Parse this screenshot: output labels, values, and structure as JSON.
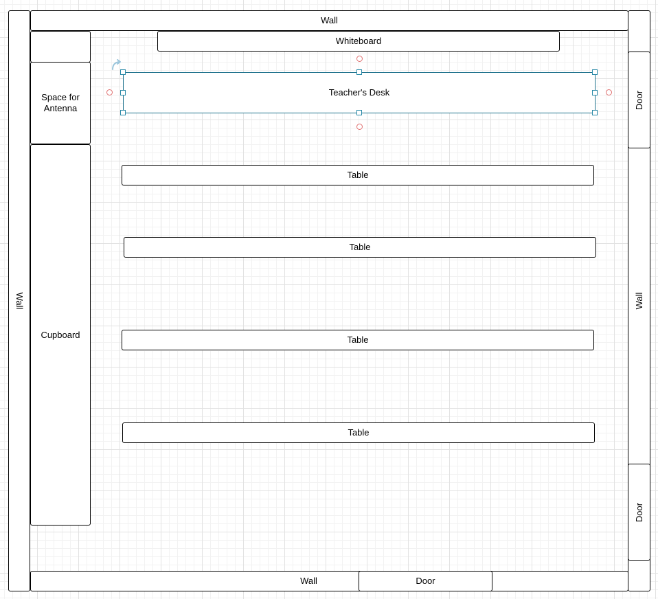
{
  "floor_plan": {
    "wall_top": "Wall",
    "wall_left": "Wall",
    "wall_right": "Wall",
    "wall_bottom": "Wall",
    "door_top_right": "Door",
    "door_bottom_right": "Door",
    "door_bottom": "Door",
    "whiteboard": "Whiteboard",
    "antenna_space": "Space for Antenna",
    "cupboard": "Cupboard",
    "teachers_desk": "Teacher's Desk",
    "tables": [
      "Table",
      "Table",
      "Table",
      "Table"
    ]
  },
  "selection": {
    "selected_shape": "Teacher's Desk",
    "handle_color": "#2a8aa8",
    "connection_point_color": "#e07070"
  },
  "colors": {
    "shape_border": "#000000",
    "selected_border": "#1a6f8a",
    "grid_major": "#e2e2e2",
    "grid_minor": "#f2f2f2"
  }
}
